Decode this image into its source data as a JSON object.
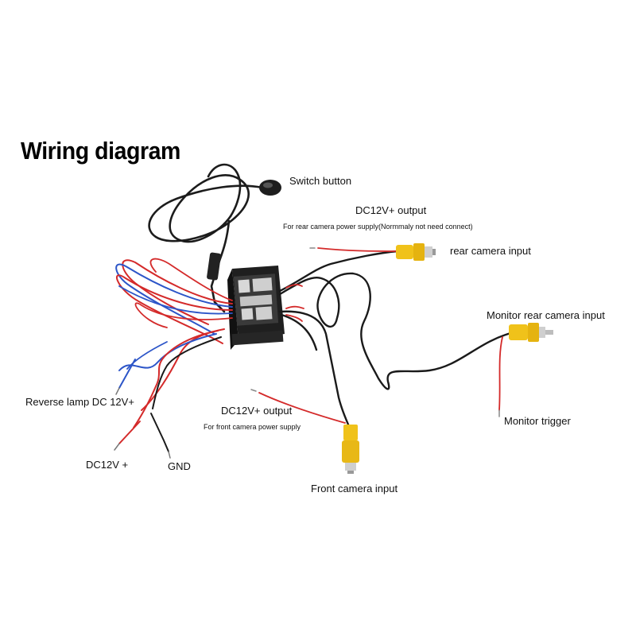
{
  "title": "Wiring diagram",
  "labels": {
    "switch_button": "Switch button",
    "dc_out_rear": "DC12V+ output",
    "dc_out_rear_note": "For rear camera power supply(Normmaly not need connect)",
    "rear_cam_input": "rear camera input",
    "monitor_rear_input": "Monitor rear camera input",
    "monitor_trigger": "Monitor trigger",
    "reverse_lamp": "Reverse lamp DC 12V+",
    "dc_out_front": "DC12V+ output",
    "dc_out_front_note": "For front camera power supply",
    "dc12v_plus": "DC12V +",
    "gnd": "GND",
    "front_cam_input": "Front camera input"
  },
  "colors": {
    "cable": "#1a1a1a",
    "red_wire": "#d42a2a",
    "blue_wire": "#2c55c8",
    "rca_yellow": "#f0c21a",
    "module_body": "#2b2b2b"
  },
  "icons": [
    "switch-button-icon",
    "rca-connector-icon",
    "control-module-icon"
  ]
}
